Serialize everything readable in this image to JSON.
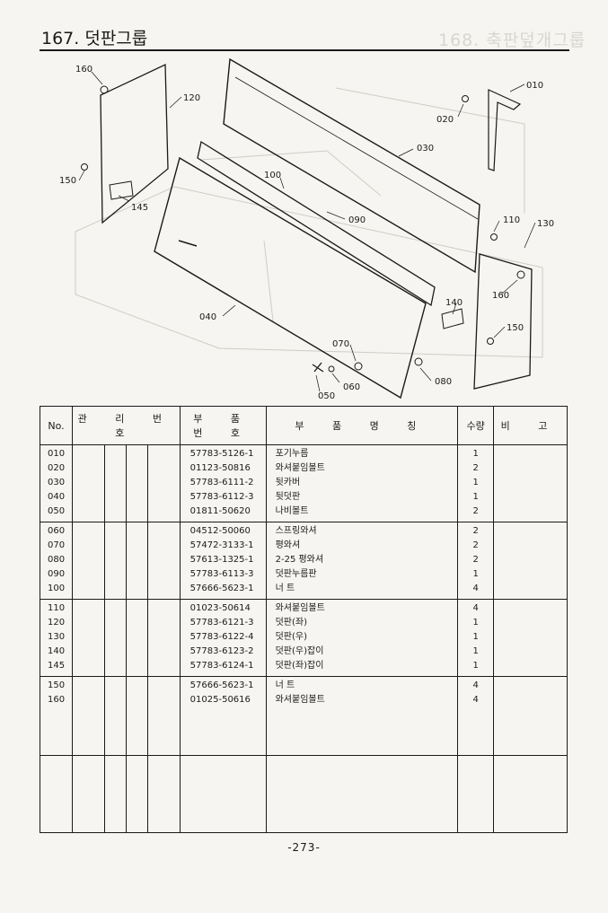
{
  "header": {
    "title": "167. 덧판그룹",
    "ghost_title": "168. 축판덮개그룹"
  },
  "diagram": {
    "callouts": [
      "160",
      "120",
      "150",
      "145",
      "100",
      "090",
      "040",
      "030",
      "010",
      "020",
      "110",
      "130",
      "160",
      "150",
      "140",
      "070",
      "060",
      "050",
      "080"
    ]
  },
  "table": {
    "headers": {
      "no": "No.",
      "mgmt": "관 리 번 호",
      "part_no": "부 품 번 호",
      "part_name": "부 품 명 칭",
      "qty": "수량",
      "remarks": "비 고"
    },
    "groups": [
      {
        "nos": [
          "010",
          "020",
          "030",
          "040",
          "050"
        ],
        "part_nos": [
          "57783-5126-1",
          "01123-50816",
          "57783-6111-2",
          "57783-6112-3",
          "01811-50620"
        ],
        "names": [
          "포기누름",
          "와셔붙임볼트",
          "뒷카버",
          "뒷덧판",
          "나비볼트"
        ],
        "qtys": [
          "1",
          "2",
          "1",
          "1",
          "2"
        ]
      },
      {
        "nos": [
          "060",
          "070",
          "080",
          "090",
          "100"
        ],
        "part_nos": [
          "04512-50060",
          "57472-3133-1",
          "57613-1325-1",
          "57783-6113-3",
          "57666-5623-1"
        ],
        "names": [
          "스프링와셔",
          "평와셔",
          "2-25 평와셔",
          "덧판누름판",
          "너 트"
        ],
        "qtys": [
          "2",
          "2",
          "2",
          "1",
          "4"
        ]
      },
      {
        "nos": [
          "110",
          "120",
          "130",
          "140",
          "145"
        ],
        "part_nos": [
          "01023-50614",
          "57783-6121-3",
          "57783-6122-4",
          "57783-6123-2",
          "57783-6124-1"
        ],
        "names": [
          "와셔붙임볼트",
          "덧판(좌)",
          "덧판(우)",
          "덧판(우)잡이",
          "덧판(좌)잡이"
        ],
        "qtys": [
          "4",
          "1",
          "1",
          "1",
          "1"
        ]
      },
      {
        "nos": [
          "150",
          "160"
        ],
        "part_nos": [
          "57666-5623-1",
          "01025-50616"
        ],
        "names": [
          "너 트",
          "와셔붙임볼트"
        ],
        "qtys": [
          "4",
          "4"
        ]
      }
    ]
  },
  "footer": {
    "page_number": "-273-"
  }
}
